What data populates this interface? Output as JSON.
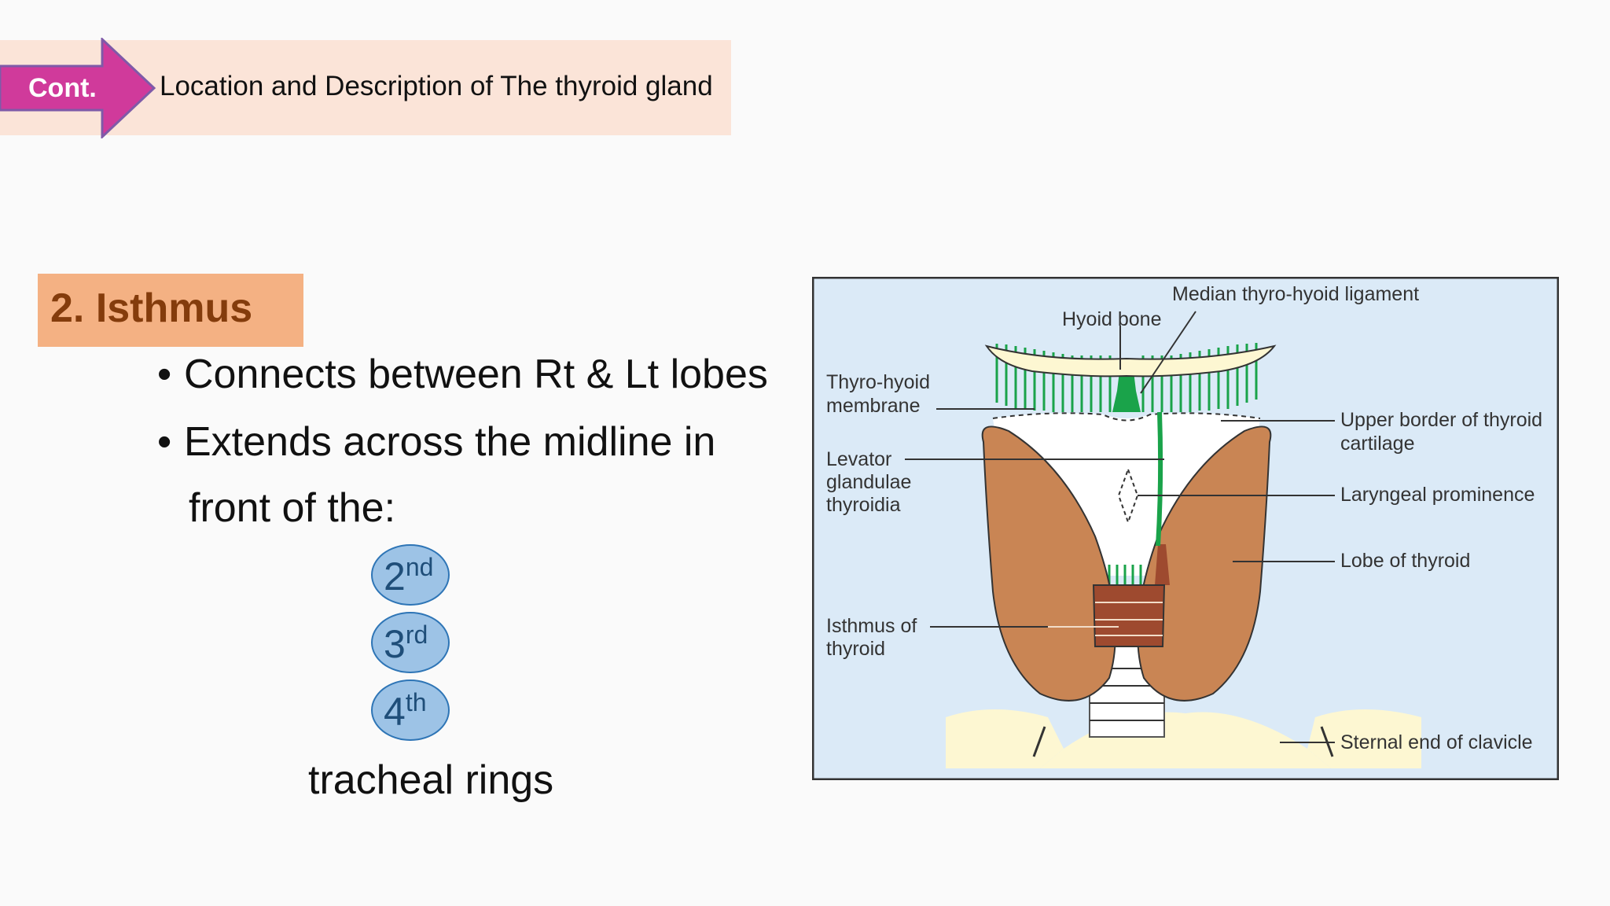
{
  "header": {
    "badge": "Cont.",
    "title": "Location and Description of The thyroid gland"
  },
  "section": {
    "title": "2. Isthmus"
  },
  "bullets": [
    "Connects between Rt & Lt lobes",
    "Extends across the midline in"
  ],
  "bullet_continuation": "front of the:",
  "rings": [
    {
      "num": "2",
      "suffix": "nd"
    },
    {
      "num": "3",
      "suffix": "rd"
    },
    {
      "num": "4",
      "suffix": "th"
    }
  ],
  "rings_caption": "tracheal rings",
  "diagram": {
    "labels": {
      "median_ligament": "Median thyro-hyoid ligament",
      "hyoid_bone": "Hyoid bone",
      "thyrohyoid_1": "Thyro-hyoid",
      "thyrohyoid_2": "membrane",
      "levator_1": "Levator",
      "levator_2": "glandulae",
      "levator_3": "thyroidia",
      "upper_border_1": "Upper border of thyroid",
      "upper_border_2": "cartilage",
      "laryngeal": "Laryngeal prominence",
      "lobe": "Lobe of thyroid",
      "isthmus_1": "Isthmus of",
      "isthmus_2": "thyroid",
      "sternal": "Sternal end of clavicle"
    },
    "colors": {
      "background": "#dbeaf7",
      "lobe": "#c98554",
      "isthmus": "#9e4a2f",
      "bone": "#fdf7d2",
      "ligament": "#1aa34a"
    }
  }
}
